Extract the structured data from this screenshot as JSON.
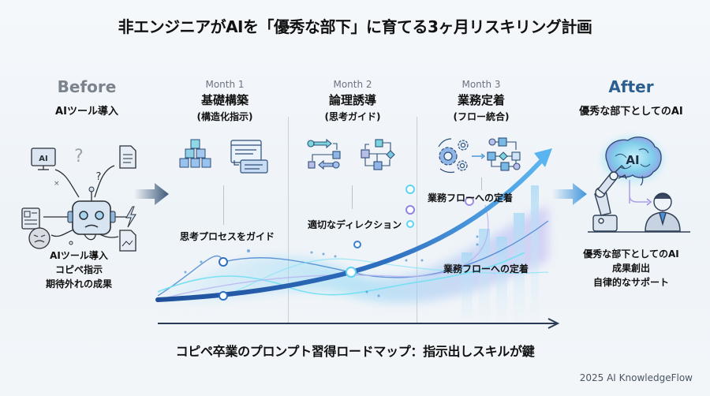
{
  "header": {
    "title": "非エンジニアがAIを「優秀な部下」に育てる3ヶ月リスキリング計画"
  },
  "before": {
    "label": "Before",
    "subtitle": "AIツール導入",
    "icons": [
      "ai-monitor-icon",
      "question-mark-icon",
      "document-icon",
      "confused-robot-icon",
      "lightning-icon",
      "form-icon",
      "angry-face-icon",
      "broken-image-icon"
    ],
    "points": [
      "AIツール導入",
      "コピペ指示",
      "期待外れの成果"
    ]
  },
  "months": [
    {
      "label": "Month 1",
      "title": "基礎構築",
      "paren": "(構造化指示)",
      "icons": [
        "cube-pyramid-icon",
        "structured-prompt-icon"
      ],
      "annotation": "思考プロセスをガイド"
    },
    {
      "label": "Month 2",
      "title": "論理誘導",
      "paren": "(思考ガイド)",
      "icons": [
        "flow-arrows-icon",
        "flowchart-icon"
      ],
      "annotation": "適切なディレクション"
    },
    {
      "label": "Month 3",
      "title": "業務定着",
      "paren": "(フロー統合)",
      "icons": [
        "gears-icon",
        "workflow-icon"
      ],
      "annotation_upper": "業務フローへの定着",
      "annotation_lower": "業務フローへの定着"
    }
  ],
  "after": {
    "label": "After",
    "subtitle": "優秀な部下としてのAI",
    "icons": [
      "ai-brain-icon",
      "robot-arm-icon",
      "businessman-icon"
    ],
    "points": [
      "優秀な部下としてのAI",
      "成果創出",
      "自律的なサポート"
    ]
  },
  "footer": {
    "tagline": "コピペ卒業のプロンプト習得ロードマップ：指示出しスキルが鍵",
    "credit": "2025 AI KnowledgeFlow"
  },
  "colors": {
    "before_label": "#7b838c",
    "after_label": "#2c5f8f",
    "main_curve": "#2f6fc0",
    "glow_cyan": "#5fd3f0",
    "glow_purple": "#a99be8",
    "axis": "#2a3a55",
    "arrow_before": "#3e5a7a",
    "arrow_after": "#3f95db"
  }
}
